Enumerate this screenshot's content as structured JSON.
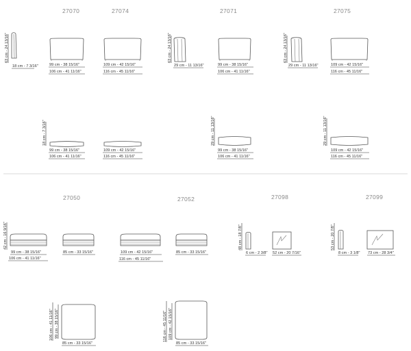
{
  "codes": {
    "c27070": "27070",
    "c27074": "27074",
    "c27071": "27071",
    "c27075": "27075",
    "c27050": "27050",
    "c27052": "27052",
    "c27098": "27098",
    "c27099": "27099"
  },
  "dims": {
    "h63a": "63 cm - 24 13/16\"",
    "w18a": "18 cm - 7 3/16\"",
    "w99a": "99 cm - 38 15/16\"",
    "w106a": "106 cm - 41 11/16\"",
    "w109a": "109 cm - 42 15/16\"",
    "w116a": "116 cm - 45 11/16\"",
    "h63b": "63 cm - 24 13/16\"",
    "w29a": "29 cm - 11 13/16\"",
    "w99b": "99 cm - 38 15/16\"",
    "w106b": "106 cm - 41 11/16\"",
    "h63c": "63 cm - 24 13/16\"",
    "w29b": "29 cm - 11 13/16\"",
    "w109b": "109 cm - 42 15/16\"",
    "w116b": "116 cm - 45 11/16\"",
    "h18a": "18 cm - 7 3/16\"",
    "w99c": "99 cm - 38 15/16\"",
    "w106c": "106 cm - 41 11/16\"",
    "w109c": "109 cm - 42 15/16\"",
    "w116c": "116 cm - 45 11/16\"",
    "h29a": "29 cm - 11 13/16\"",
    "w99d": "99 cm - 38 15/16\"",
    "w106d": "106 cm - 41 11/16\"",
    "h29b": "29 cm - 11 13/16\"",
    "w109d": "109 cm - 42 15/16\"",
    "w116d": "116 cm - 45 11/16\"",
    "h42a": "42 cm - 16 9/16\"",
    "w99e": "99 cm - 38 15/16\"",
    "w106e": "106 cm - 41 11/16\"",
    "w85a": "85 cm - 33 15/16\"",
    "w109e": "109 cm - 42 15/16\"",
    "w116e": "116 cm - 45 11/16\"",
    "w85b": "85 cm - 33 15/16\"",
    "h48a": "48 cm - 18 7/8\"",
    "w6a": "6 cm - 2 3/8\"",
    "w52a": "52 cm - 20 7/16\"",
    "h53a": "53 cm - 20 7/8\"",
    "w8a": "8 cm - 3 1/8\"",
    "w73a": "73 cm - 28 3/4\"",
    "h106f": "106 cm - 41 11/16\"",
    "h99f": "99 cm - 38 15/16\"",
    "w85f": "85 cm - 33 15/16\"",
    "h116g": "116 cm - 45 11/16\"",
    "h109g": "109 cm - 42 15/16\"",
    "w85g": "85 cm - 33 15/16\""
  }
}
